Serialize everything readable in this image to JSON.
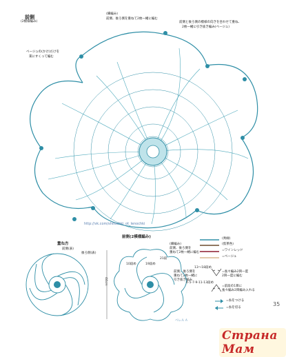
{
  "top": {
    "title": "前側",
    "subtitle": "(2模様編み)",
    "note_top_center_1": "(細編み)",
    "note_top_center_2": "前側、後ろ側を重ねて2枚一緒に編む",
    "note_top_right_1": "前側と後ろ側の模様の向きを合わせて重ね、",
    "note_top_right_2": "2枚一緒に引き抜き編み(ベージュ)",
    "note_left_1": "ベージュの(かけ)だけを",
    "note_left_2": "束にすくって編む",
    "url": "http://vk.com/shitochki_ot_lenochki"
  },
  "legend": {
    "line1": "(青緑)",
    "line2": "(焦茶色)",
    "eq1": "=ワインレッド",
    "eq2": "=ベージュ",
    "rows1": "13〜18段め",
    "rows2": "4-5-7-9-11-13段め",
    "note1a": "=長々編み2目一度",
    "note1b": "2目一度に編む",
    "note2a": "=前段の1目に",
    "note2b": "長々編み2目編み入れる",
    "key1": "=糸をつける",
    "key2": "=糸を切る"
  },
  "bottom_left": {
    "title": "重ね方",
    "label1": "前側(表)",
    "label2": "後ろ側(表)"
  },
  "bottom_mid": {
    "title": "前側(2模様編み)",
    "label_a": "(細編み)",
    "label_b": "前側、後ろ側を",
    "label_c": "重ねて2枚一緒に編む",
    "r1": "10段め",
    "r2": "19段め",
    "r3": "21段",
    "dim": "44cm",
    "label_d": "前側、後ろ側を",
    "label_e": "重ねて2枚一緒に",
    "label_f": "引き抜き編み"
  },
  "page_number": "35",
  "footer_text": "ベレル A",
  "logo_text": "Страна Мам"
}
